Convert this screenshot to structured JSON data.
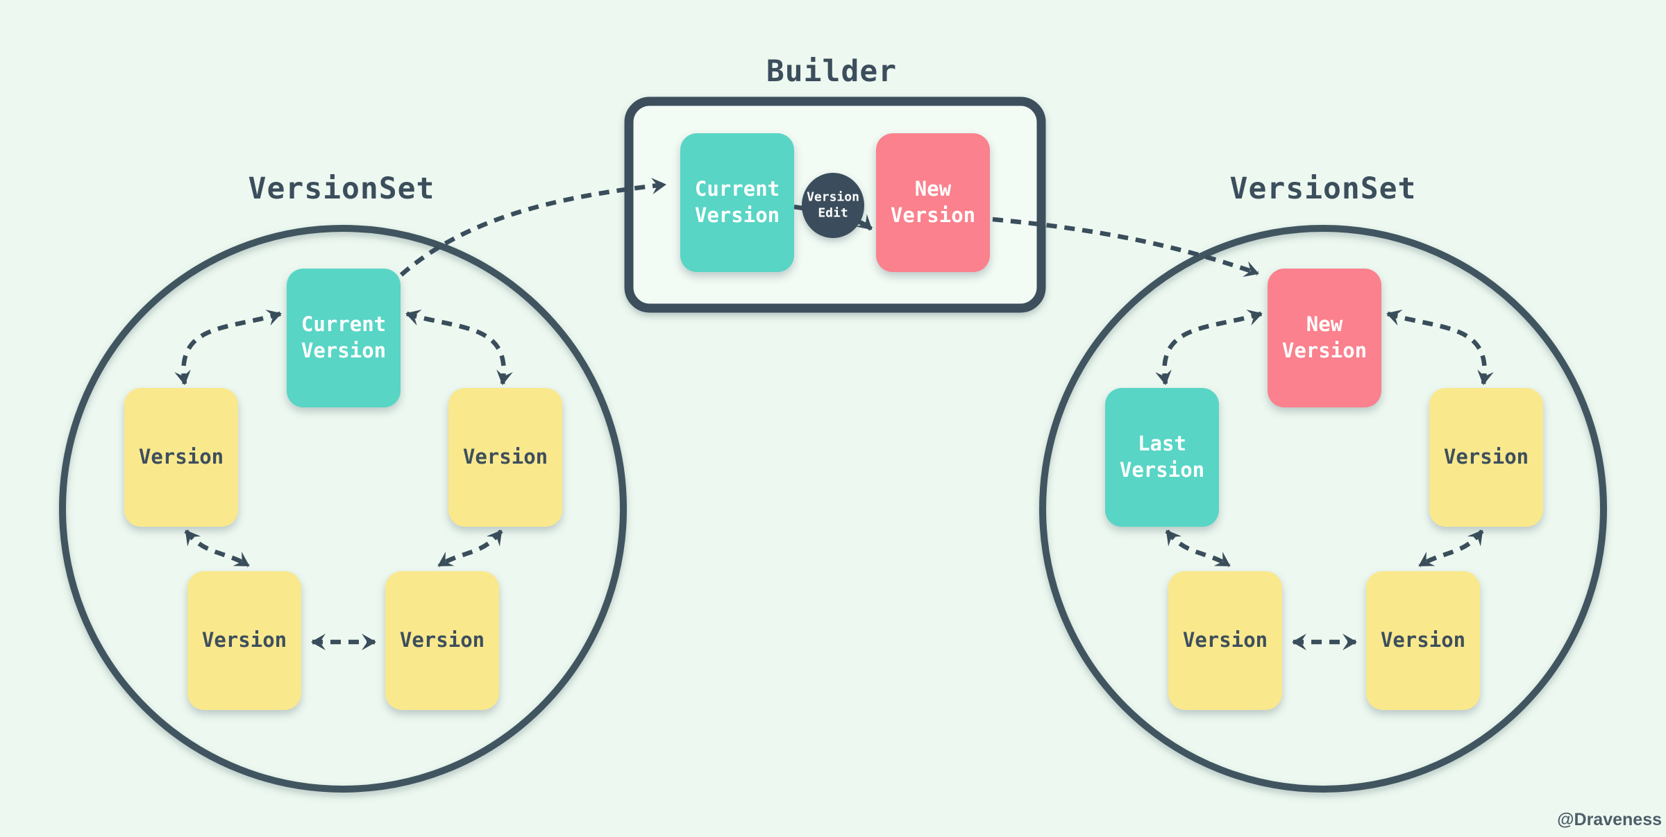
{
  "palette": {
    "background": "#edf9f0",
    "ink": "#3d4f5c",
    "teal": "#58d5c5",
    "pink": "#fa818d",
    "yellow": "#fae88d",
    "label_on_color": "#ffffff"
  },
  "left_set": {
    "title": "VersionSet",
    "nodes": [
      {
        "id": "current-version",
        "label": "Current Version",
        "color": "teal"
      },
      {
        "id": "version-mid-left",
        "label": "Version",
        "color": "yellow"
      },
      {
        "id": "version-mid-right",
        "label": "Version",
        "color": "yellow"
      },
      {
        "id": "version-bottom-left",
        "label": "Version",
        "color": "yellow"
      },
      {
        "id": "version-bottom-right",
        "label": "Version",
        "color": "yellow"
      }
    ]
  },
  "builder": {
    "title": "Builder",
    "input": {
      "label": "Current Version",
      "color": "teal"
    },
    "operation": {
      "label": "Version Edit",
      "color": "#3a4d5b"
    },
    "output": {
      "label": "New Version",
      "color": "pink"
    }
  },
  "right_set": {
    "title": "VersionSet",
    "nodes": [
      {
        "id": "new-version",
        "label": "New Version",
        "color": "pink"
      },
      {
        "id": "last-version",
        "label": "Last Version",
        "color": "teal"
      },
      {
        "id": "version-mid-right",
        "label": "Version",
        "color": "yellow"
      },
      {
        "id": "version-bottom-left",
        "label": "Version",
        "color": "yellow"
      },
      {
        "id": "version-bottom-right",
        "label": "Version",
        "color": "yellow"
      }
    ]
  },
  "watermark": {
    "text": "@Draveness"
  }
}
